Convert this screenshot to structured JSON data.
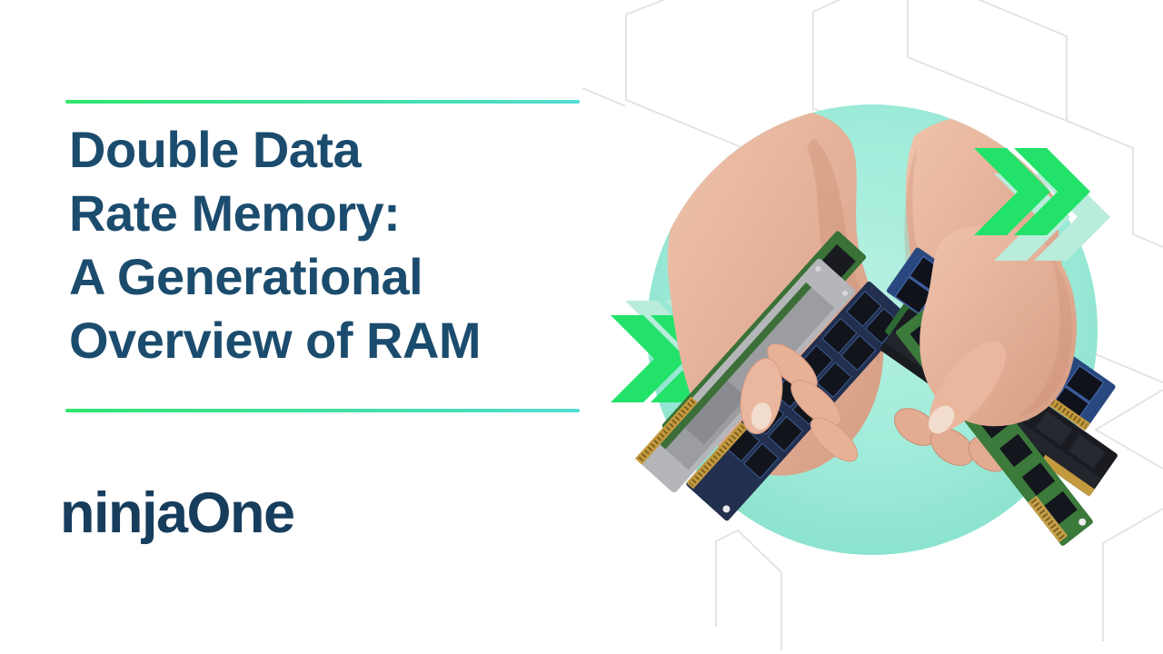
{
  "banner": {
    "title_lines": [
      "Double Data",
      "Rate Memory:",
      "A Generational",
      "Overview of RAM"
    ],
    "title_full": "Double Data Rate Memory: A Generational Overview of RAM",
    "logo_text": "ninjaOne"
  },
  "colors": {
    "title_navy": "#1b4c6e",
    "logo_navy": "#173d5d",
    "rule_gradient_start": "#2ee56d",
    "rule_gradient_end": "#52dcd2",
    "chevron_green": "#22e26a",
    "chevron_mint": "#b9ecda",
    "circle_mint_edge": "#82dfc9",
    "circle_mint_center": "#b6f1e2",
    "hex_line_gray": "#e2e2e2"
  },
  "illustration": {
    "elements": [
      "hex-cube-pattern",
      "mint-circle",
      "double-chevron-left",
      "double-chevron-right",
      "left-hand-holding-ram",
      "right-hand-holding-ram",
      "ram-modules"
    ]
  }
}
